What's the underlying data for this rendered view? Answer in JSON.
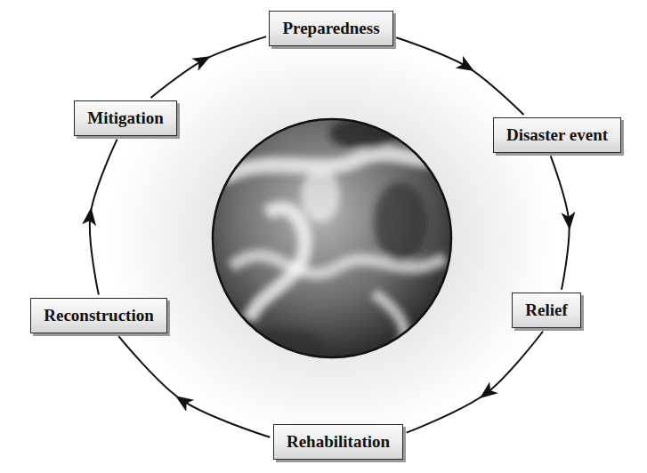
{
  "diagram": {
    "nodes": [
      {
        "text": [
          "Preparedness"
        ]
      },
      {
        "text": [
          "Disaster event"
        ]
      },
      {
        "text": [
          "Relief"
        ]
      },
      {
        "text": [
          "Rehabilitation"
        ]
      },
      {
        "text": [
          "Reconstruction"
        ]
      },
      {
        "text": [
          "Mitigation"
        ]
      }
    ],
    "edges": [
      {
        "from": 0,
        "to": 1,
        "arrow": "to"
      },
      {
        "from": 1,
        "to": 2,
        "arrow": "to"
      },
      {
        "from": 2,
        "to": 3,
        "arrow": "to"
      },
      {
        "from": 3,
        "to": 4,
        "arrow": "to"
      },
      {
        "from": 4,
        "to": 5,
        "arrow": "to"
      },
      {
        "from": 5,
        "to": 0,
        "arrow": "to"
      }
    ]
  }
}
